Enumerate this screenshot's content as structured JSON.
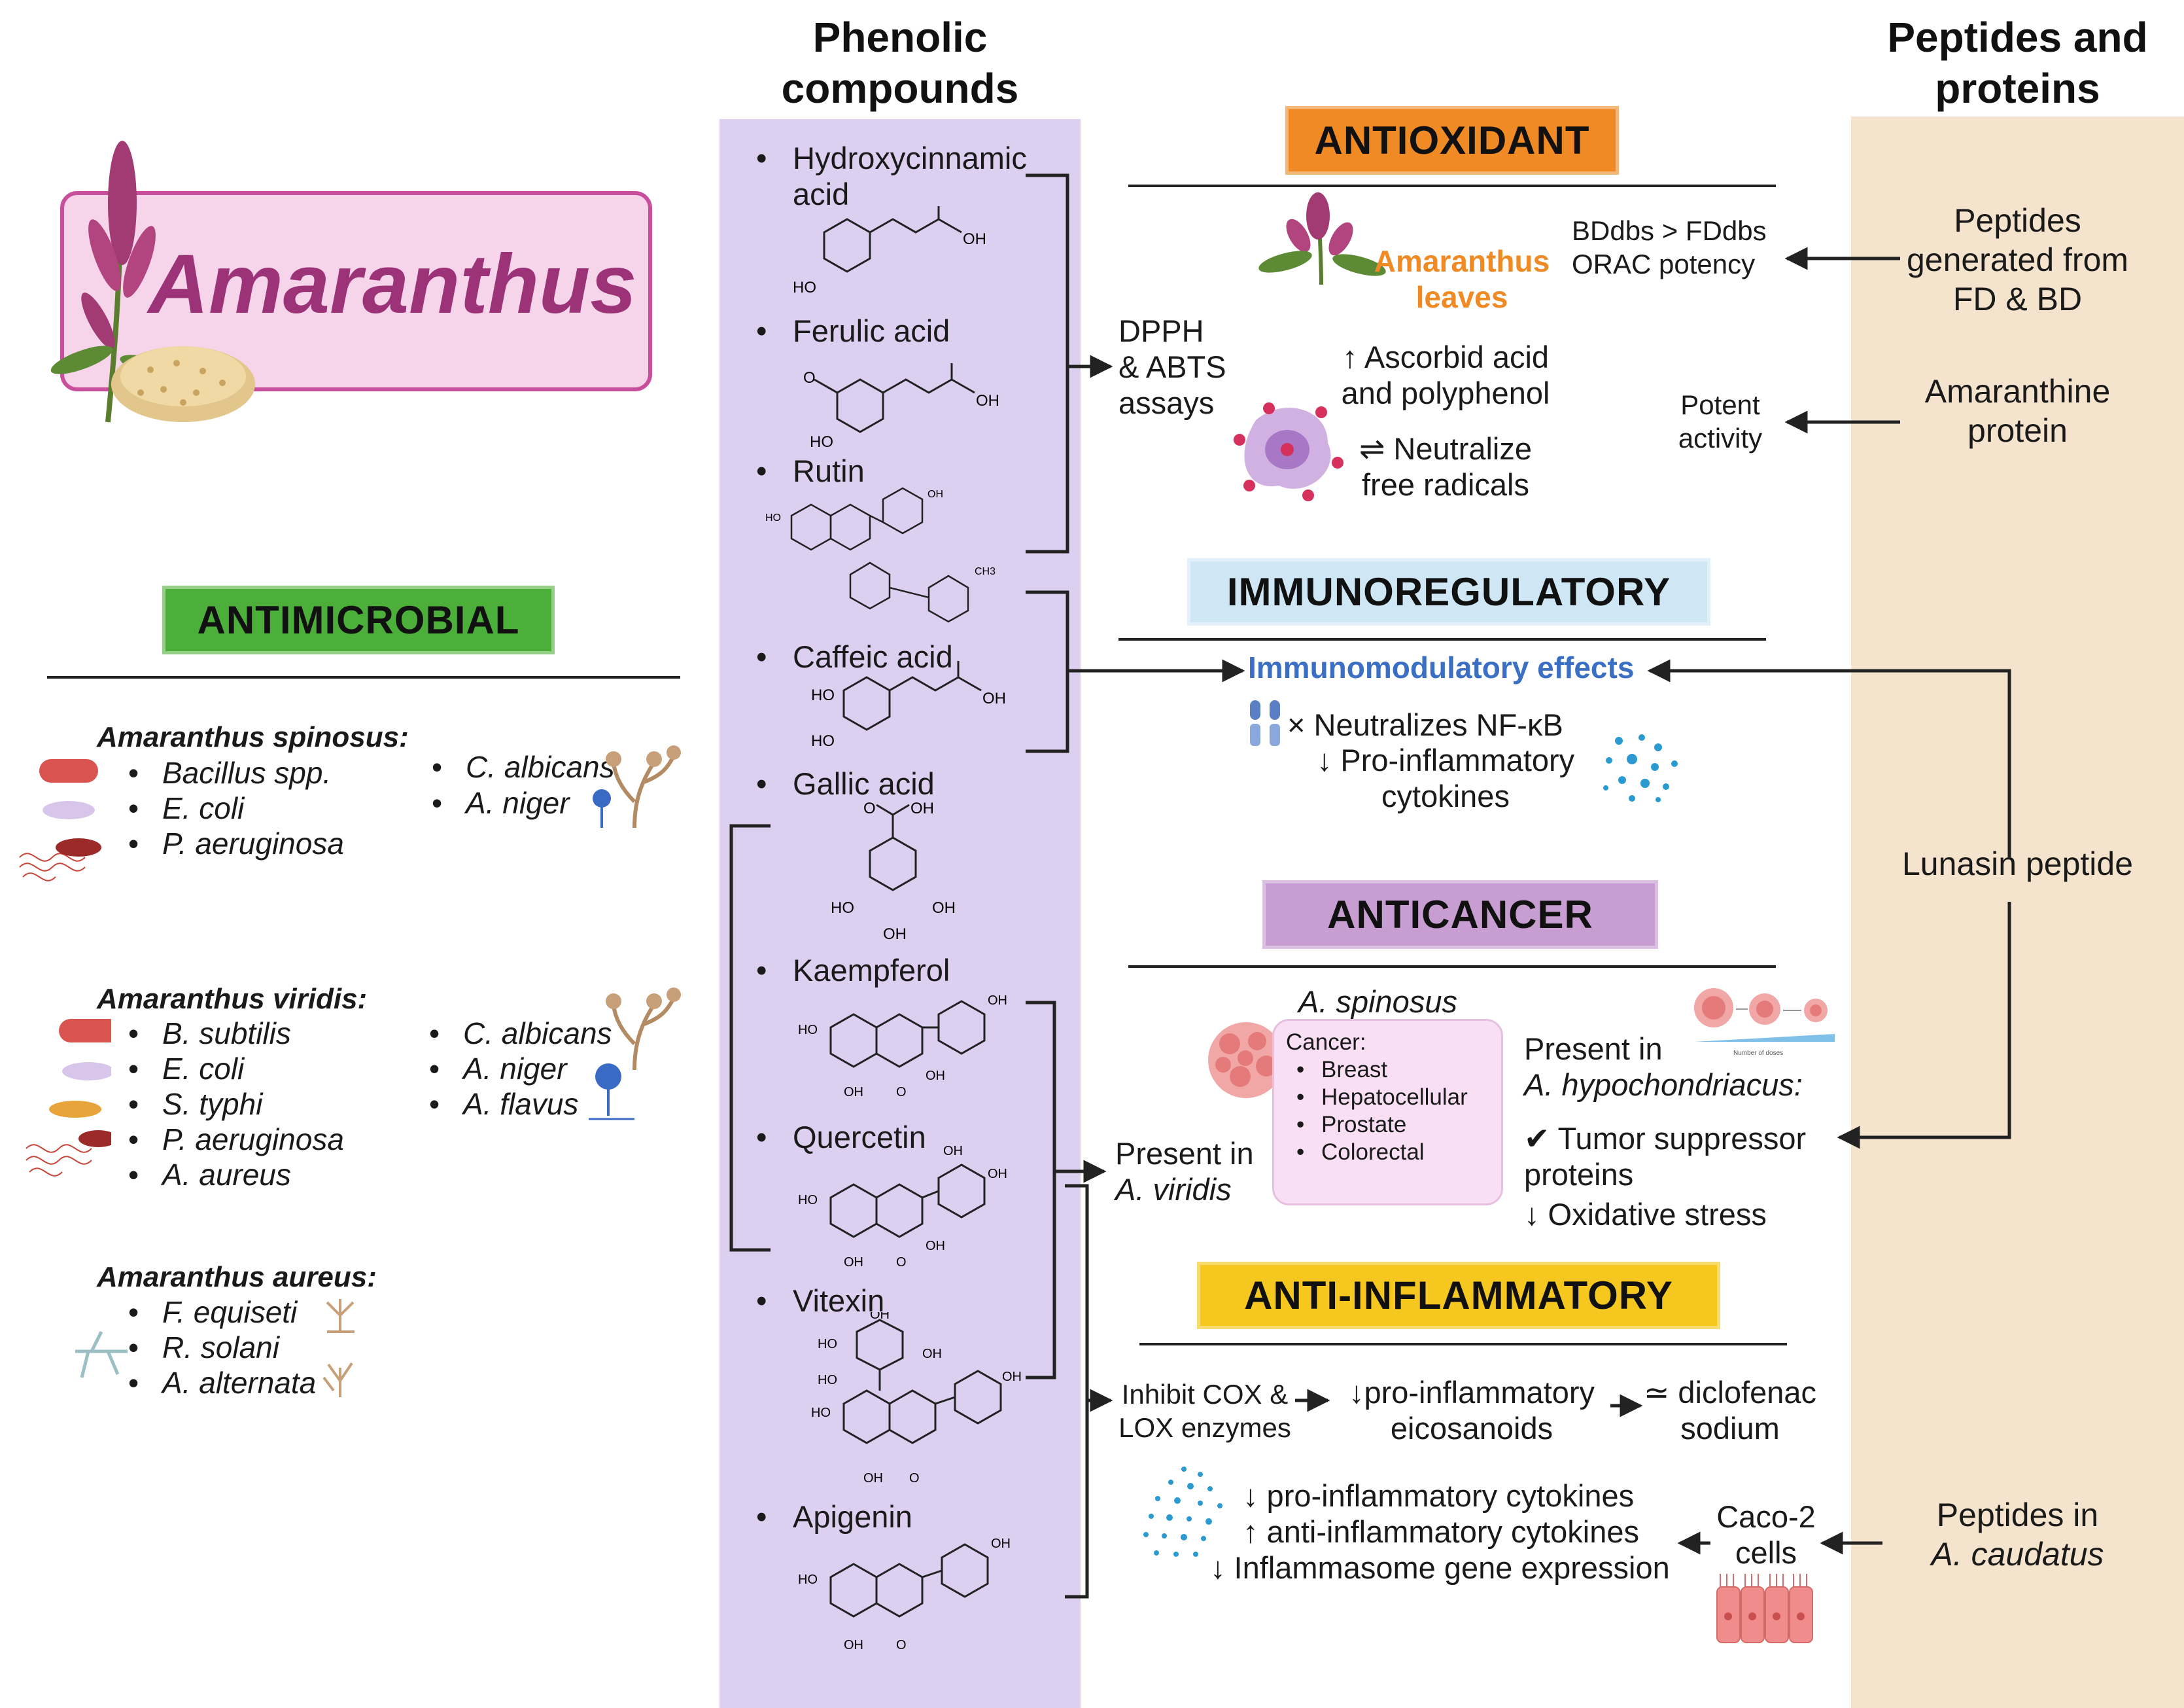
{
  "columns": {
    "phenolic_title": "Phenolic compounds",
    "peptides_title": "Peptides and proteins"
  },
  "logo": {
    "title": "Amaranthus"
  },
  "colors": {
    "phenolic_column": "#dccff0",
    "peptide_column": "#f5e4cd",
    "antioxidant": "#f08a24",
    "immunoregulatory": "#cfe6f5",
    "anticancer": "#c89ed2",
    "anti_inflammatory": "#f5c71f",
    "antimicrobial": "#4caf3a",
    "immuno_text": "#3b6fc4",
    "leaves_text": "#f08a24"
  },
  "categories": {
    "antioxidant": "ANTIOXIDANT",
    "immunoregulatory": "IMMUNOREGULATORY",
    "anticancer": "ANTICANCER",
    "anti_inflammatory": "ANTI-INFLAMMATORY",
    "antimicrobial": "ANTIMICROBIAL"
  },
  "compounds": [
    {
      "name": "Hydroxycinnamic",
      "name2": "acid"
    },
    {
      "name": "Ferulic acid"
    },
    {
      "name": "Rutin"
    },
    {
      "name": "Caffeic acid"
    },
    {
      "name": "Gallic acid"
    },
    {
      "name": "Kaempferol"
    },
    {
      "name": "Quercetin"
    },
    {
      "name": "Vitexin"
    },
    {
      "name": "Apigenin"
    }
  ],
  "antioxidant": {
    "assays": [
      "DPPH",
      "& ABTS",
      "assays"
    ],
    "leaves": [
      "Amaranthus",
      "leaves"
    ],
    "bd_fd": [
      "BDdbs > FDdbs",
      "ORAC potency"
    ],
    "ascorbic": [
      "↑ Ascorbid acid",
      "and polyphenol"
    ],
    "neutralize": [
      "⇌ Neutralize",
      "free radicals"
    ],
    "potent": [
      "Potent",
      "activity"
    ]
  },
  "peptides": {
    "generated": [
      "Peptides",
      "generated from",
      "FD & BD"
    ],
    "amaranthine": [
      "Amaranthine",
      "protein"
    ],
    "lunasin": "Lunasin peptide",
    "caudatus": [
      "Peptides in",
      "A. caudatus"
    ]
  },
  "immunoregulatory": {
    "effects": "Immunomodulatory effects",
    "nfkb": "× Neutralizes NF-κB",
    "pro": [
      "↓  Pro-inflammatory",
      "cytokines"
    ]
  },
  "anticancer": {
    "species": "A. spinosus",
    "cancer_label": "Cancer:",
    "cancers": [
      "Breast",
      "Hepatocellular",
      "Prostate",
      "Colorectal"
    ],
    "present_hypo": [
      "Present in",
      "A. hypochondriacus:"
    ],
    "tumor": [
      "✔ Tumor suppressor",
      "proteins"
    ],
    "oxidative": "↓ Oxidative stress",
    "present_viridis": [
      "Present in",
      "A. viridis"
    ],
    "tiny_caption": "Number of doses"
  },
  "anti_inflammatory": {
    "inhibit": [
      "Inhibit COX &",
      "LOX enzymes"
    ],
    "eico": [
      "↓pro-inflammatory",
      "eicosanoids"
    ],
    "diclo": [
      "≃ diclofenac",
      "sodium"
    ],
    "caco": [
      "Caco-2",
      "cells"
    ],
    "effects": [
      "↓  pro-inflammatory cytokines",
      "↑  anti-inflammatory cytokines",
      "↓ Inflammasome gene expression"
    ]
  },
  "antimicrobial": {
    "spinosus": {
      "title": "Amaranthus spinosus:",
      "bacteria": [
        "Bacillus spp.",
        "E. coli",
        "P. aeruginosa"
      ],
      "fungi": [
        "C. albicans",
        "A. niger"
      ]
    },
    "viridis": {
      "title": "Amaranthus viridis:",
      "bacteria": [
        "B. subtilis",
        "E. coli",
        "S. typhi",
        "P. aeruginosa",
        "A. aureus"
      ],
      "fungi": [
        "C. albicans",
        "A. niger",
        "A. flavus"
      ]
    },
    "aureus": {
      "title": "Amaranthus aureus:",
      "fungi": [
        "F. equiseti",
        "R. solani",
        "A. alternata"
      ]
    }
  },
  "chem_labels": {
    "ho": "HO",
    "oh": "OH",
    "o": "O",
    "ch3": "CH3"
  }
}
